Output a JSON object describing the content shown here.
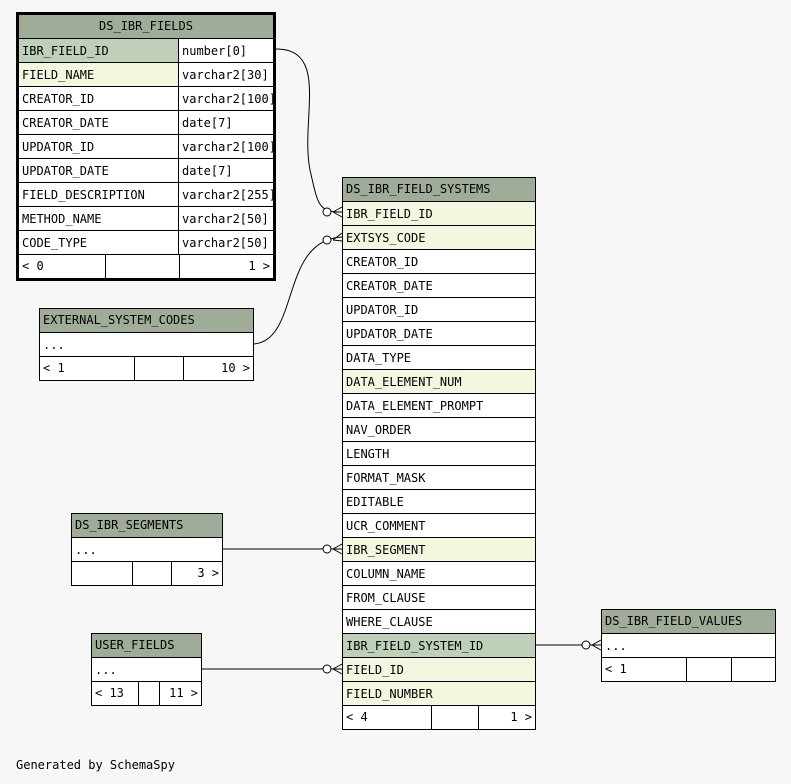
{
  "tables": {
    "ds_ibr_fields": {
      "title": "DS_IBR_FIELDS",
      "columns": [
        {
          "name": "IBR_FIELD_ID",
          "type": "number[0]",
          "kind": "pk"
        },
        {
          "name": "FIELD_NAME",
          "type": "varchar2[30]",
          "kind": "fk"
        },
        {
          "name": "CREATOR_ID",
          "type": "varchar2[100]",
          "kind": ""
        },
        {
          "name": "CREATOR_DATE",
          "type": "date[7]",
          "kind": ""
        },
        {
          "name": "UPDATOR_ID",
          "type": "varchar2[100]",
          "kind": ""
        },
        {
          "name": "UPDATOR_DATE",
          "type": "date[7]",
          "kind": ""
        },
        {
          "name": "FIELD_DESCRIPTION",
          "type": "varchar2[255]",
          "kind": ""
        },
        {
          "name": "METHOD_NAME",
          "type": "varchar2[50]",
          "kind": ""
        },
        {
          "name": "CODE_TYPE",
          "type": "varchar2[50]",
          "kind": ""
        }
      ],
      "footer": {
        "parents": "< 0",
        "rows": "",
        "children": "1 >"
      }
    },
    "external_system_codes": {
      "title": "EXTERNAL_SYSTEM_CODES",
      "ellipsis": "...",
      "footer": {
        "parents": "< 1",
        "rows": "",
        "children": "10 >"
      }
    },
    "ds_ibr_field_systems": {
      "title": "DS_IBR_FIELD_SYSTEMS",
      "columns": [
        {
          "name": "IBR_FIELD_ID",
          "kind": "fk"
        },
        {
          "name": "EXTSYS_CODE",
          "kind": "fk"
        },
        {
          "name": "CREATOR_ID",
          "kind": ""
        },
        {
          "name": "CREATOR_DATE",
          "kind": ""
        },
        {
          "name": "UPDATOR_ID",
          "kind": ""
        },
        {
          "name": "UPDATOR_DATE",
          "kind": ""
        },
        {
          "name": "DATA_TYPE",
          "kind": ""
        },
        {
          "name": "DATA_ELEMENT_NUM",
          "kind": "fk"
        },
        {
          "name": "DATA_ELEMENT_PROMPT",
          "kind": ""
        },
        {
          "name": "NAV_ORDER",
          "kind": ""
        },
        {
          "name": "LENGTH",
          "kind": ""
        },
        {
          "name": "FORMAT_MASK",
          "kind": ""
        },
        {
          "name": "EDITABLE",
          "kind": ""
        },
        {
          "name": "UCR_COMMENT",
          "kind": ""
        },
        {
          "name": "IBR_SEGMENT",
          "kind": "fk"
        },
        {
          "name": "COLUMN_NAME",
          "kind": ""
        },
        {
          "name": "FROM_CLAUSE",
          "kind": ""
        },
        {
          "name": "WHERE_CLAUSE",
          "kind": ""
        },
        {
          "name": "IBR_FIELD_SYSTEM_ID",
          "kind": "pk"
        },
        {
          "name": "FIELD_ID",
          "kind": "fk"
        },
        {
          "name": "FIELD_NUMBER",
          "kind": "fk"
        }
      ],
      "footer": {
        "parents": "< 4",
        "rows": "",
        "children": "1 >"
      }
    },
    "ds_ibr_segments": {
      "title": "DS_IBR_SEGMENTS",
      "ellipsis": "...",
      "footer": {
        "parents": "",
        "rows": "",
        "children": "3 >"
      }
    },
    "user_fields": {
      "title": "USER_FIELDS",
      "ellipsis": "...",
      "footer": {
        "parents": "< 13",
        "rows": "",
        "children": "11 >"
      }
    },
    "ds_ibr_field_values": {
      "title": "DS_IBR_FIELD_VALUES",
      "ellipsis": "...",
      "footer": {
        "parents": "< 1",
        "rows": "",
        "children": ""
      }
    }
  },
  "colors": {
    "header": "#9fac98",
    "primary_key": "#bfd0b9",
    "foreign_key": "#f4f7df",
    "background": "#f7f7f7"
  },
  "credit": "Generated by SchemaSpy"
}
